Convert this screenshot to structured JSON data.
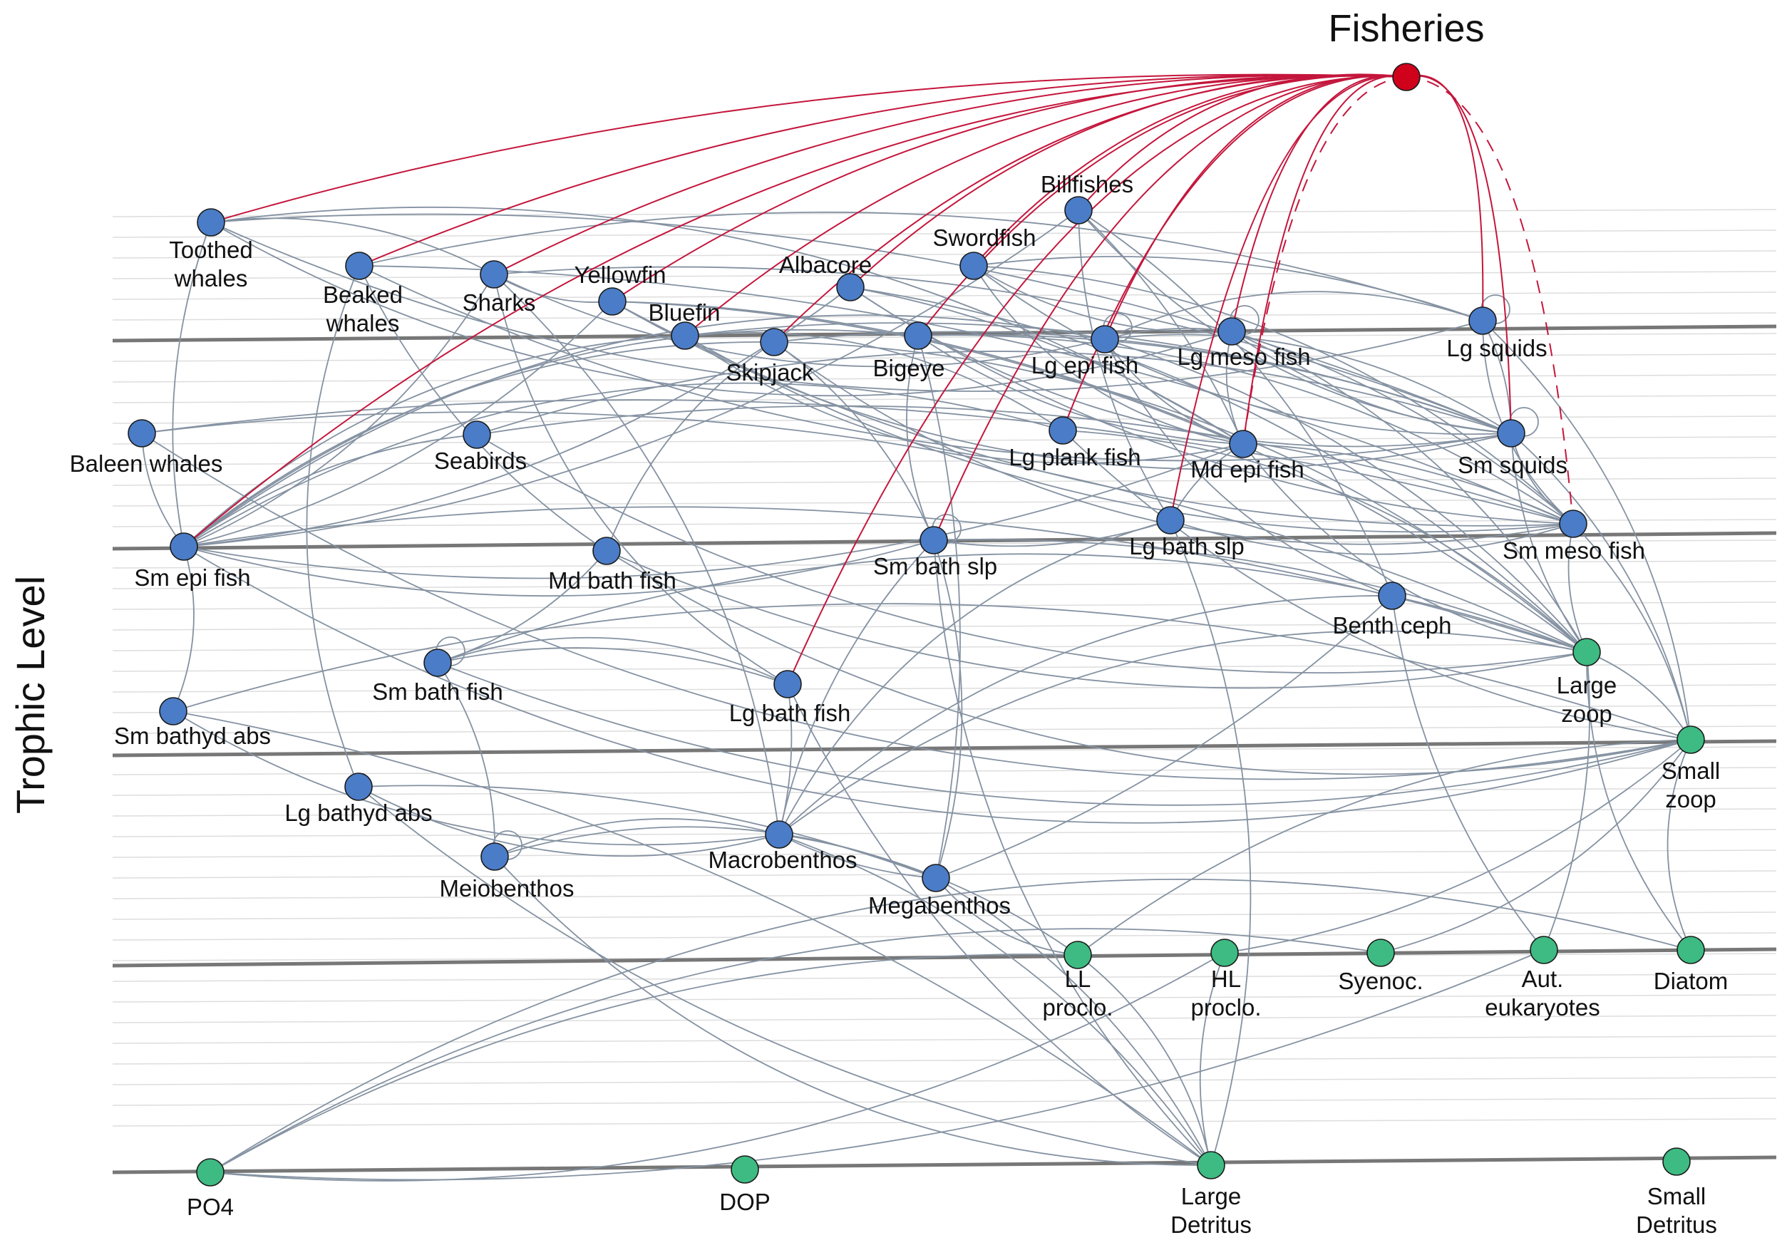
{
  "diagram": {
    "title": "Fisheries",
    "y_axis_label": "Trophic Level",
    "colors": {
      "consumer": "#4a7cc7",
      "producer": "#3dbb82",
      "fisheries": "#d0021b",
      "flow_edge": "#8592a2",
      "fishing_edge": "#c4163c",
      "level_line": "#777777",
      "grid_line": "#dddddd"
    },
    "nodes": [
      {
        "id": "fisheries",
        "label": "Fisheries",
        "kind": "fisheries"
      },
      {
        "id": "toothed_whales",
        "label": "Toothed\nwhales",
        "kind": "consumer"
      },
      {
        "id": "beaked_whales",
        "label": "Beaked\nwhales",
        "kind": "consumer"
      },
      {
        "id": "sharks",
        "label": "Sharks",
        "kind": "consumer"
      },
      {
        "id": "yellowfin",
        "label": "Yellowfin",
        "kind": "consumer"
      },
      {
        "id": "bluefin",
        "label": "Bluefin",
        "kind": "consumer"
      },
      {
        "id": "albacore",
        "label": "Albacore",
        "kind": "consumer"
      },
      {
        "id": "swordfish",
        "label": "Swordfish",
        "kind": "consumer"
      },
      {
        "id": "billfishes",
        "label": "Billfishes",
        "kind": "consumer"
      },
      {
        "id": "skipjack",
        "label": "Skipjack",
        "kind": "consumer"
      },
      {
        "id": "bigeye",
        "label": "Bigeye",
        "kind": "consumer"
      },
      {
        "id": "lg_epi_fish",
        "label": "Lg epi fish",
        "kind": "consumer"
      },
      {
        "id": "lg_meso_fish",
        "label": "Lg meso fish",
        "kind": "consumer"
      },
      {
        "id": "lg_squids",
        "label": "Lg squids",
        "kind": "consumer"
      },
      {
        "id": "baleen_whales",
        "label": "Baleen whales",
        "kind": "consumer"
      },
      {
        "id": "seabirds",
        "label": "Seabirds",
        "kind": "consumer"
      },
      {
        "id": "lg_plank_fish",
        "label": "Lg plank fish",
        "kind": "consumer"
      },
      {
        "id": "md_epi_fish",
        "label": "Md epi fish",
        "kind": "consumer"
      },
      {
        "id": "sm_squids",
        "label": "Sm squids",
        "kind": "consumer"
      },
      {
        "id": "sm_epi_fish",
        "label": "Sm epi fish",
        "kind": "consumer"
      },
      {
        "id": "md_bath_fish",
        "label": "Md bath fish",
        "kind": "consumer"
      },
      {
        "id": "sm_bath_slp",
        "label": "Sm bath slp",
        "kind": "consumer"
      },
      {
        "id": "lg_bath_slp",
        "label": "Lg bath slp",
        "kind": "consumer"
      },
      {
        "id": "sm_meso_fish",
        "label": "Sm meso fish",
        "kind": "consumer"
      },
      {
        "id": "benth_ceph",
        "label": "Benth ceph",
        "kind": "consumer"
      },
      {
        "id": "large_zoop",
        "label": "Large\nzoop",
        "kind": "producer"
      },
      {
        "id": "sm_bath_fish",
        "label": "Sm bath fish",
        "kind": "consumer"
      },
      {
        "id": "lg_bath_fish",
        "label": "Lg bath fish",
        "kind": "consumer"
      },
      {
        "id": "sm_bathyd_abs",
        "label": "Sm bathyd abs",
        "kind": "consumer"
      },
      {
        "id": "small_zoop",
        "label": "Small\nzoop",
        "kind": "producer"
      },
      {
        "id": "lg_bathyd_abs",
        "label": "Lg bathyd abs",
        "kind": "consumer"
      },
      {
        "id": "macrobenthos",
        "label": "Macrobenthos",
        "kind": "consumer"
      },
      {
        "id": "meiobenthos",
        "label": "Meiobenthos",
        "kind": "consumer"
      },
      {
        "id": "megabenthos",
        "label": "Megabenthos",
        "kind": "consumer"
      },
      {
        "id": "ll_proclo",
        "label": "LL\nproclo.",
        "kind": "producer"
      },
      {
        "id": "hl_proclo",
        "label": "HL\nproclo.",
        "kind": "producer"
      },
      {
        "id": "syenoc",
        "label": "Syenoc.",
        "kind": "producer"
      },
      {
        "id": "aut_eukaryotes",
        "label": "Aut.\neukaryotes",
        "kind": "producer"
      },
      {
        "id": "diatom",
        "label": "Diatom",
        "kind": "producer"
      },
      {
        "id": "po4",
        "label": "PO4",
        "kind": "producer"
      },
      {
        "id": "dop",
        "label": "DOP",
        "kind": "producer"
      },
      {
        "id": "large_detritus",
        "label": "Large\nDetritus",
        "kind": "producer"
      },
      {
        "id": "small_detritus",
        "label": "Small\nDetritus",
        "kind": "producer"
      }
    ],
    "fishing_links": [
      {
        "target": "toothed_whales"
      },
      {
        "target": "beaked_whales"
      },
      {
        "target": "sharks"
      },
      {
        "target": "yellowfin"
      },
      {
        "target": "bluefin"
      },
      {
        "target": "albacore"
      },
      {
        "target": "swordfish"
      },
      {
        "target": "billfishes"
      },
      {
        "target": "skipjack"
      },
      {
        "target": "bigeye"
      },
      {
        "target": "lg_epi_fish"
      },
      {
        "target": "lg_meso_fish"
      },
      {
        "target": "lg_squids"
      },
      {
        "target": "lg_plank_fish"
      },
      {
        "target": "md_epi_fish"
      },
      {
        "target": "sm_squids"
      },
      {
        "target": "sm_epi_fish"
      },
      {
        "target": "sm_bath_slp"
      },
      {
        "target": "lg_bath_slp"
      },
      {
        "target": "lg_bath_fish"
      },
      {
        "target": "md_epi_fish",
        "style": "dashed"
      },
      {
        "target": "sm_meso_fish",
        "style": "dashed"
      }
    ],
    "trophic_links": [
      [
        "toothed_whales",
        "sm_epi_fish"
      ],
      [
        "toothed_whales",
        "sharks"
      ],
      [
        "toothed_whales",
        "lg_squids"
      ],
      [
        "toothed_whales",
        "sm_squids"
      ],
      [
        "toothed_whales",
        "lg_meso_fish"
      ],
      [
        "toothed_whales",
        "md_epi_fish"
      ],
      [
        "beaked_whales",
        "sm_squids"
      ],
      [
        "beaked_whales",
        "lg_squids"
      ],
      [
        "beaked_whales",
        "lg_bathyd_abs"
      ],
      [
        "beaked_whales",
        "sm_meso_fish"
      ],
      [
        "beaked_whales",
        "md_bath_fish"
      ],
      [
        "sharks",
        "sm_epi_fish"
      ],
      [
        "sharks",
        "lg_epi_fish"
      ],
      [
        "sharks",
        "sm_squids"
      ],
      [
        "sharks",
        "lg_bath_fish"
      ],
      [
        "sharks",
        "macrobenthos"
      ],
      [
        "sharks",
        "yellowfin"
      ],
      [
        "yellowfin",
        "sm_epi_fish"
      ],
      [
        "yellowfin",
        "sm_squids"
      ],
      [
        "yellowfin",
        "md_epi_fish"
      ],
      [
        "yellowfin",
        "sm_meso_fish"
      ],
      [
        "yellowfin",
        "large_zoop"
      ],
      [
        "bluefin",
        "sm_epi_fish"
      ],
      [
        "bluefin",
        "sm_squids"
      ],
      [
        "bluefin",
        "md_epi_fish"
      ],
      [
        "bluefin",
        "lg_plank_fish"
      ],
      [
        "bluefin",
        "sm_meso_fish"
      ],
      [
        "albacore",
        "sm_epi_fish"
      ],
      [
        "albacore",
        "sm_squids"
      ],
      [
        "albacore",
        "md_epi_fish"
      ],
      [
        "albacore",
        "sm_meso_fish"
      ],
      [
        "albacore",
        "large_zoop"
      ],
      [
        "swordfish",
        "sm_squids"
      ],
      [
        "swordfish",
        "lg_squids"
      ],
      [
        "swordfish",
        "md_epi_fish"
      ],
      [
        "swordfish",
        "sm_meso_fish"
      ],
      [
        "swordfish",
        "lg_meso_fish"
      ],
      [
        "billfishes",
        "sm_epi_fish"
      ],
      [
        "billfishes",
        "sm_squids"
      ],
      [
        "billfishes",
        "md_epi_fish"
      ],
      [
        "billfishes",
        "lg_bath_slp"
      ],
      [
        "billfishes",
        "benth_ceph"
      ],
      [
        "skipjack",
        "sm_epi_fish"
      ],
      [
        "skipjack",
        "sm_squids"
      ],
      [
        "skipjack",
        "sm_meso_fish"
      ],
      [
        "skipjack",
        "large_zoop"
      ],
      [
        "skipjack",
        "md_bath_fish"
      ],
      [
        "skipjack",
        "sm_bath_slp"
      ],
      [
        "bigeye",
        "sm_epi_fish"
      ],
      [
        "bigeye",
        "sm_squids"
      ],
      [
        "bigeye",
        "md_epi_fish"
      ],
      [
        "bigeye",
        "sm_meso_fish"
      ],
      [
        "bigeye",
        "sm_bath_slp"
      ],
      [
        "bigeye",
        "megabenthos"
      ],
      [
        "lg_epi_fish",
        "sm_epi_fish"
      ],
      [
        "lg_epi_fish",
        "sm_squids"
      ],
      [
        "lg_epi_fish",
        "md_epi_fish"
      ],
      [
        "lg_epi_fish",
        "large_zoop"
      ],
      [
        "lg_epi_fish",
        "benth_ceph"
      ],
      [
        "lg_meso_fish",
        "sm_meso_fish"
      ],
      [
        "lg_meso_fish",
        "sm_squids"
      ],
      [
        "lg_meso_fish",
        "large_zoop"
      ],
      [
        "lg_meso_fish",
        "md_epi_fish"
      ],
      [
        "lg_squids",
        "sm_squids"
      ],
      [
        "lg_squids",
        "sm_meso_fish"
      ],
      [
        "lg_squids",
        "small_zoop"
      ],
      [
        "baleen_whales",
        "sm_epi_fish"
      ],
      [
        "baleen_whales",
        "large_zoop"
      ],
      [
        "baleen_whales",
        "small_zoop"
      ],
      [
        "baleen_whales",
        "sm_meso_fish"
      ],
      [
        "seabirds",
        "sm_epi_fish"
      ],
      [
        "seabirds",
        "sm_squids"
      ],
      [
        "seabirds",
        "large_zoop"
      ],
      [
        "seabirds",
        "sm_meso_fish"
      ],
      [
        "lg_plank_fish",
        "sm_epi_fish"
      ],
      [
        "lg_plank_fish",
        "large_zoop"
      ],
      [
        "lg_plank_fish",
        "small_zoop"
      ],
      [
        "md_epi_fish",
        "sm_epi_fish"
      ],
      [
        "md_epi_fish",
        "large_zoop"
      ],
      [
        "md_epi_fish",
        "sm_meso_fish"
      ],
      [
        "sm_squids",
        "large_zoop"
      ],
      [
        "sm_squids",
        "small_zoop"
      ],
      [
        "sm_squids",
        "sm_meso_fish"
      ],
      [
        "sm_epi_fish",
        "large_zoop"
      ],
      [
        "sm_epi_fish",
        "small_zoop"
      ],
      [
        "sm_epi_fish",
        "sm_bathyd_abs"
      ],
      [
        "md_bath_fish",
        "large_zoop"
      ],
      [
        "md_bath_fish",
        "sm_bath_fish"
      ],
      [
        "md_bath_fish",
        "small_zoop"
      ],
      [
        "sm_bath_slp",
        "large_zoop"
      ],
      [
        "sm_bath_slp",
        "macrobenthos"
      ],
      [
        "sm_bath_slp",
        "megabenthos"
      ],
      [
        "sm_bath_slp",
        "large_detritus"
      ],
      [
        "lg_bath_slp",
        "sm_bath_slp"
      ],
      [
        "lg_bath_slp",
        "macrobenthos"
      ],
      [
        "lg_bath_slp",
        "large_detritus"
      ],
      [
        "sm_meso_fish",
        "large_zoop"
      ],
      [
        "sm_meso_fish",
        "small_zoop"
      ],
      [
        "benth_ceph",
        "macrobenthos"
      ],
      [
        "benth_ceph",
        "megabenthos"
      ],
      [
        "benth_ceph",
        "aut_eukaryotes"
      ],
      [
        "large_zoop",
        "small_zoop"
      ],
      [
        "large_zoop",
        "diatom"
      ],
      [
        "large_zoop",
        "aut_eukaryotes"
      ],
      [
        "large_zoop",
        "macrobenthos"
      ],
      [
        "sm_bath_fish",
        "large_zoop"
      ],
      [
        "sm_bath_fish",
        "small_zoop"
      ],
      [
        "sm_bath_fish",
        "lg_bath_fish"
      ],
      [
        "lg_bath_fish",
        "sm_bath_fish"
      ],
      [
        "lg_bath_fish",
        "macrobenthos"
      ],
      [
        "lg_bath_fish",
        "large_detritus"
      ],
      [
        "sm_bathyd_abs",
        "small_zoop"
      ],
      [
        "sm_bathyd_abs",
        "macrobenthos"
      ],
      [
        "sm_bathyd_abs",
        "large_detritus"
      ],
      [
        "small_zoop",
        "diatom"
      ],
      [
        "small_zoop",
        "syenoc"
      ],
      [
        "small_zoop",
        "ll_proclo"
      ],
      [
        "small_zoop",
        "hl_proclo"
      ],
      [
        "lg_bathyd_abs",
        "macrobenthos"
      ],
      [
        "lg_bathyd_abs",
        "megabenthos"
      ],
      [
        "lg_bathyd_abs",
        "large_detritus"
      ],
      [
        "macrobenthos",
        "large_detritus"
      ],
      [
        "macrobenthos",
        "meiobenthos"
      ],
      [
        "macrobenthos",
        "ll_proclo"
      ],
      [
        "meiobenthos",
        "large_detritus"
      ],
      [
        "meiobenthos",
        "megabenthos"
      ],
      [
        "meiobenthos",
        "sm_bath_fish"
      ],
      [
        "megabenthos",
        "large_detritus"
      ],
      [
        "megabenthos",
        "ll_proclo"
      ],
      [
        "megabenthos",
        "macrobenthos"
      ],
      [
        "ll_proclo",
        "po4"
      ],
      [
        "hl_proclo",
        "po4"
      ],
      [
        "syenoc",
        "po4"
      ],
      [
        "aut_eukaryotes",
        "po4"
      ],
      [
        "diatom",
        "po4"
      ],
      [
        "ll_proclo",
        "large_detritus"
      ],
      [
        "hl_proclo",
        "large_detritus"
      ],
      [
        "sm_bath_slp",
        "sm_epi_fish"
      ],
      [
        "lg_squids",
        "lg_epi_fish"
      ],
      [
        "lg_epi_fish",
        "lg_meso_fish"
      ],
      [
        "md_epi_fish",
        "lg_bath_slp"
      ],
      [
        "sm_meso_fish",
        "lg_bath_slp"
      ]
    ],
    "self_loops": [
      "lg_squids",
      "sm_squids",
      "sm_bath_slp",
      "sm_bath_fish",
      "meiobenthos",
      "lg_epi_fish",
      "lg_meso_fish"
    ]
  }
}
